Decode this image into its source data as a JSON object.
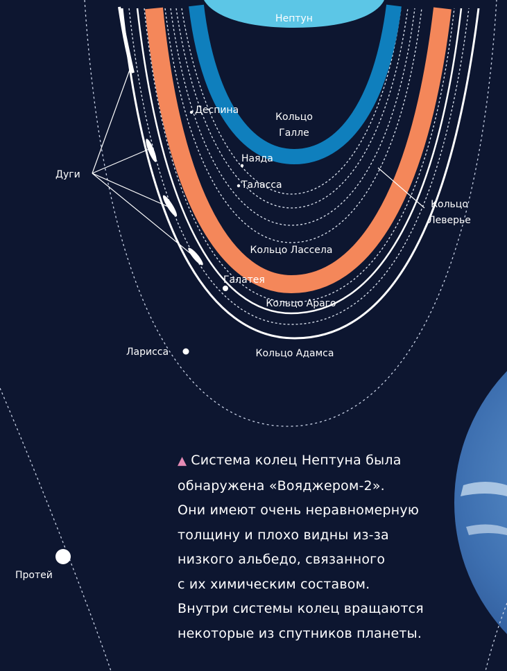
{
  "labels": {
    "neptune": "Нептун",
    "galle_line1": "Кольцо",
    "galle_line2": "Галле",
    "despina": "Деспина",
    "naiad": "Наяда",
    "thalassa": "Таласса",
    "arcs": "Дуги",
    "leverrier_line1": "Кольцо",
    "leverrier_line2": "Леверье",
    "lassell": "Кольцо Ласселa",
    "galatea": "Галатея",
    "arago": "Кольцо Араго",
    "larissa": "Ларисса",
    "adams": "Кольцо Адамса",
    "proteus": "Протей"
  },
  "caption": {
    "marker": "▲",
    "lines": [
      "Система колец Нептуна была",
      "обнаружена «Вояджером-2».",
      "Они имеют очень неравномерную",
      "толщину и плохо видны из-за",
      "низкого альбедо, связанного",
      "с их химическим составом.",
      "Внутри системы колец вращаются",
      "некоторые из спутников планеты."
    ]
  },
  "colors": {
    "background": "#0d1630",
    "neptune_cap": "#5cc6e6",
    "galle_ring": "#0f7fbd",
    "lassell_ring": "#f4875a",
    "rings_white": "#ffffff",
    "marker": "#e58bb5"
  }
}
